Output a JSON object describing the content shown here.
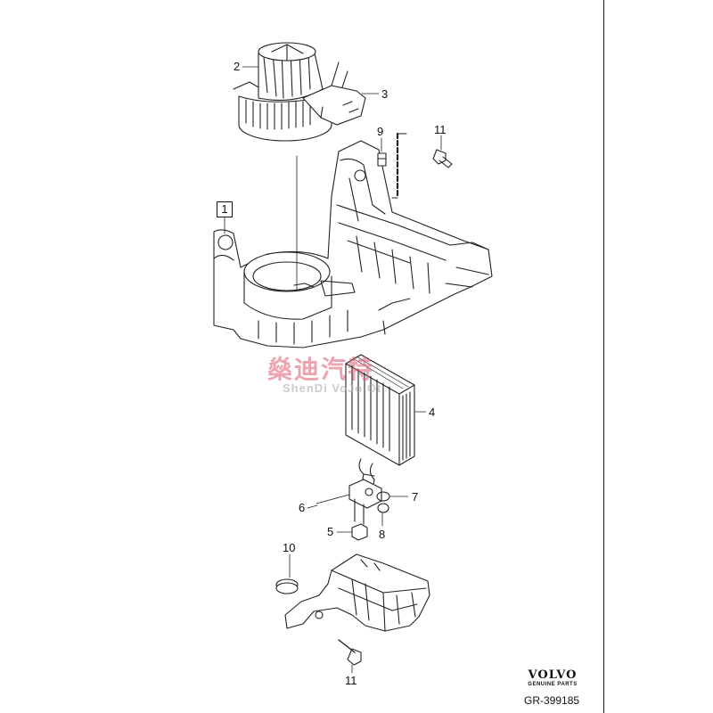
{
  "callouts": {
    "main_assembly": "1",
    "blower_motor": "2",
    "motor_bracket": "3",
    "heater_core": "4",
    "connector": "5",
    "clip": "6",
    "o_ring_a": "7",
    "o_ring_b": "8",
    "resistor": "9",
    "seal_washer": "10",
    "screw_top": "11",
    "screw_bottom": "11"
  },
  "watermark": {
    "chinese": "燊迪汽特",
    "latin": "ShenDi VoJo Ot"
  },
  "brand": {
    "logo_text": "VOLVO",
    "tagline": "GENUINE PARTS",
    "reference": "GR-399185"
  }
}
